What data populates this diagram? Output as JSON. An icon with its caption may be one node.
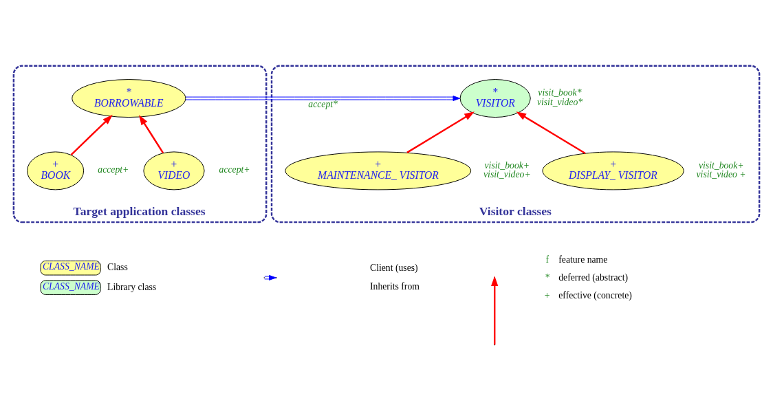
{
  "diagram": {
    "nodes": [
      {
        "text": [
          "Target application classes"
        ]
      },
      {
        "text": [
          "*",
          "BORROWABLE"
        ],
        "in": 0
      },
      {
        "text": [
          "+",
          "BOOK"
        ],
        "in": 0,
        "beside": [
          "accept+"
        ]
      },
      {
        "text": [
          "+",
          "VIDEO"
        ],
        "in": 0,
        "beside": [
          "accept+"
        ]
      },
      {
        "text": [
          "Visitor classes"
        ]
      },
      {
        "text": [
          "*",
          "VISITOR"
        ],
        "in": 4,
        "beside": [
          "visit_book*",
          "visit_video*"
        ]
      },
      {
        "text": [
          "+",
          "MAINTENANCE_ VISITOR"
        ],
        "in": 4,
        "beside": [
          "visit_book+",
          "visit_video+"
        ]
      },
      {
        "text": [
          "+",
          "DISPLAY_ VISITOR"
        ],
        "in": 4,
        "beside": [
          "visit_book+",
          "visit_video +"
        ]
      }
    ],
    "edges": [
      {
        "from": 1,
        "to": 5,
        "arrow": "to",
        "label": "accept*",
        "color": "#0000ff"
      },
      {
        "from": 2,
        "to": 1,
        "arrow": "to"
      },
      {
        "from": 3,
        "to": 1,
        "arrow": "to"
      },
      {
        "from": 6,
        "to": 5,
        "arrow": "to"
      },
      {
        "from": 7,
        "to": 5,
        "arrow": "to"
      }
    ],
    "labels": [
      "CLASS_NAME",
      "CLASS_NAME",
      "f",
      "*",
      "+"
    ],
    "legend": [
      {
        "text": "Class",
        "color": "#ffff99"
      },
      {
        "text": "Library class",
        "color": "#ccffcc"
      },
      {
        "text": "Client (uses)"
      },
      {
        "text": "Inherits from"
      },
      {
        "text": "feature name"
      },
      {
        "text": "deferred (abstract)"
      },
      {
        "text": "effective (concrete)"
      }
    ]
  }
}
